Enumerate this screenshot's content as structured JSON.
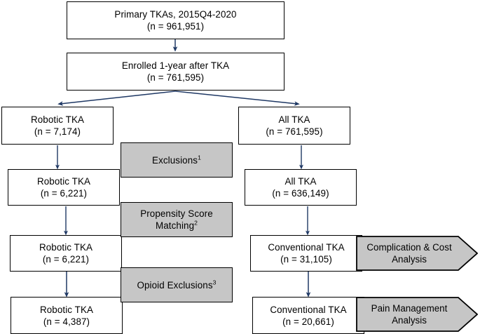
{
  "diagram": {
    "title": "TKA study cohort flow diagram",
    "colors": {
      "box_fill": "#ffffff",
      "box_stroke": "#000000",
      "gray_fill": "#c6c6c6",
      "arrow": "#1f3864",
      "text": "#000000"
    },
    "nodes": {
      "primary_tkas": {
        "line1": "Primary TKAs, 2015Q4-2020",
        "line2": "(n = 961,951)"
      },
      "enrolled_1yr": {
        "line1": "Enrolled 1-year after TKA",
        "line2": "(n = 761,595)"
      },
      "robotic_tka_1": {
        "line1": "Robotic TKA",
        "line2": "(n = 7,174)"
      },
      "robotic_tka_2": {
        "line1": "Robotic TKA",
        "line2": "(n = 6,221)"
      },
      "robotic_tka_3": {
        "line1": "Robotic TKA",
        "line2": "(n = 6,221)"
      },
      "robotic_tka_4": {
        "line1": "Robotic TKA",
        "line2": "(n = 4,387)"
      },
      "all_tka_1": {
        "line1": "All TKA",
        "line2": "(n = 761,595)"
      },
      "all_tka_2": {
        "line1": "All TKA",
        "line2": "(n = 636,149)"
      },
      "conventional_tka_1": {
        "line1": "Conventional TKA",
        "line2": "(n = 31,105)"
      },
      "conventional_tka_2": {
        "line1": "Conventional TKA",
        "line2": "(n = 20,661)"
      },
      "exclusions": {
        "line1": "Exclusions",
        "superscript": "1",
        "line2": ""
      },
      "propensity_score_matching": {
        "line1": "Propensity Score",
        "line2": "Matching",
        "superscript": "2"
      },
      "opioid_exclusions": {
        "line1": "Opioid Exclusions",
        "superscript": "3",
        "line2": ""
      },
      "complication_cost_analysis": {
        "line1": "Complication &",
        "line2": "Cost Analysis"
      },
      "pain_management_analysis": {
        "line1": "Pain Management",
        "line2": "Analysis"
      }
    }
  }
}
